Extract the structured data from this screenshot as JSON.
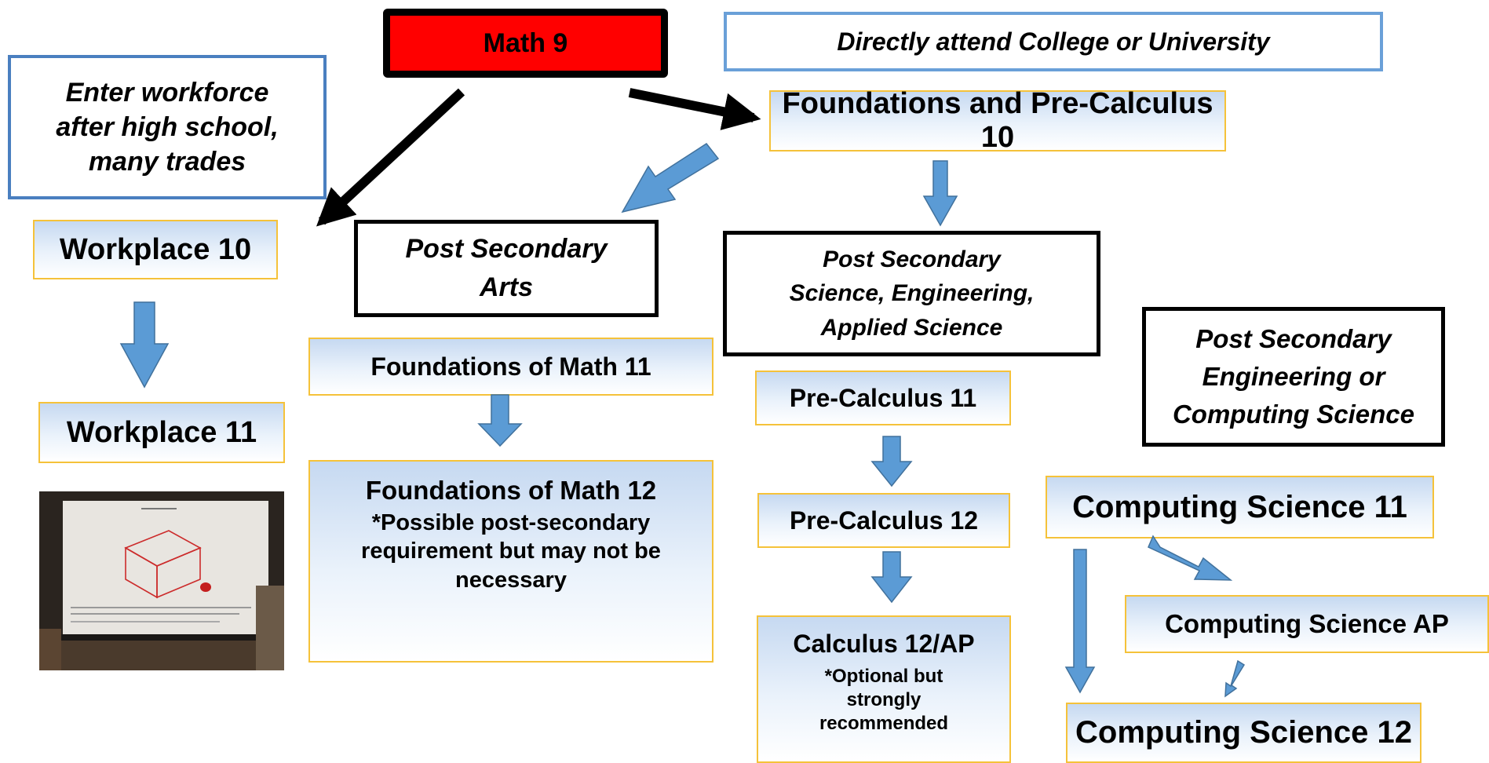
{
  "top": {
    "math9": "Math 9"
  },
  "pathways": {
    "college": "Directly attend College or University",
    "workforce": [
      "Enter workforce",
      "after high school,",
      "many trades"
    ],
    "arts": [
      "Post Secondary",
      "Arts"
    ],
    "science": [
      "Post Secondary",
      "Science, Engineering,",
      "Applied Science"
    ],
    "engineering_cs": [
      "Post Secondary",
      "Engineering or",
      "Computing Science"
    ]
  },
  "courses": {
    "fpc10": "Foundations and Pre-Calculus 10",
    "workplace10": "Workplace 10",
    "workplace11": "Workplace 11",
    "fom11": "Foundations of Math 11",
    "fom12": {
      "title": "Foundations of Math 12",
      "note": [
        "*Possible post-secondary",
        "requirement but may not be",
        "necessary"
      ]
    },
    "precalc11": "Pre-Calculus 11",
    "precalc12": "Pre-Calculus 12",
    "calc12": {
      "title": "Calculus 12/AP",
      "note": [
        "*Optional but",
        "strongly",
        "recommended"
      ]
    },
    "cs11": "Computing Science 11",
    "csap": "Computing Science AP",
    "cs12": "Computing Science 12"
  },
  "colors": {
    "math9_fill": "#ff0000",
    "course_border": "#f5c23a",
    "course_gradient_top": "#c6d9f1",
    "arrow_blue": "#5b9bd5",
    "arrow_black": "#000000"
  }
}
